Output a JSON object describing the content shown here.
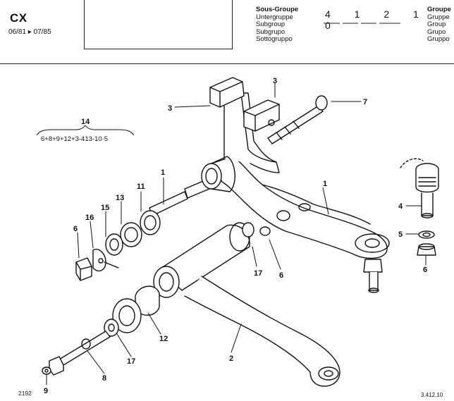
{
  "header": {
    "model": "CX",
    "dates": "06/81 ▸ 07/85",
    "subgroup_labels": [
      "Sous-Groupe",
      "Untergruppe",
      "Subgroup",
      "Subgrupo",
      "Sottogruppo"
    ],
    "reference": "4 1 2 1 0",
    "group_labels": [
      "Groupe",
      "Gruppe",
      "Group",
      "Grupo",
      "Gruppo"
    ]
  },
  "callouts": {
    "c1a": "1",
    "c1b": "1",
    "c2": "2",
    "c3a": "3",
    "c3b": "3",
    "c4": "4",
    "c5": "5",
    "c6a": "6",
    "c6b": "6",
    "c6c": "6",
    "c7": "7",
    "c8": "8",
    "c9": "9",
    "c11": "11",
    "c12": "12",
    "c13": "13",
    "c14": "14",
    "c15": "15",
    "c16": "16",
    "c17a": "17",
    "c17b": "17"
  },
  "kit_formula": "6+8+9+12+3-413-10·5",
  "footer": {
    "drawing_number": "2192",
    "page_reference": "3.412.10"
  }
}
